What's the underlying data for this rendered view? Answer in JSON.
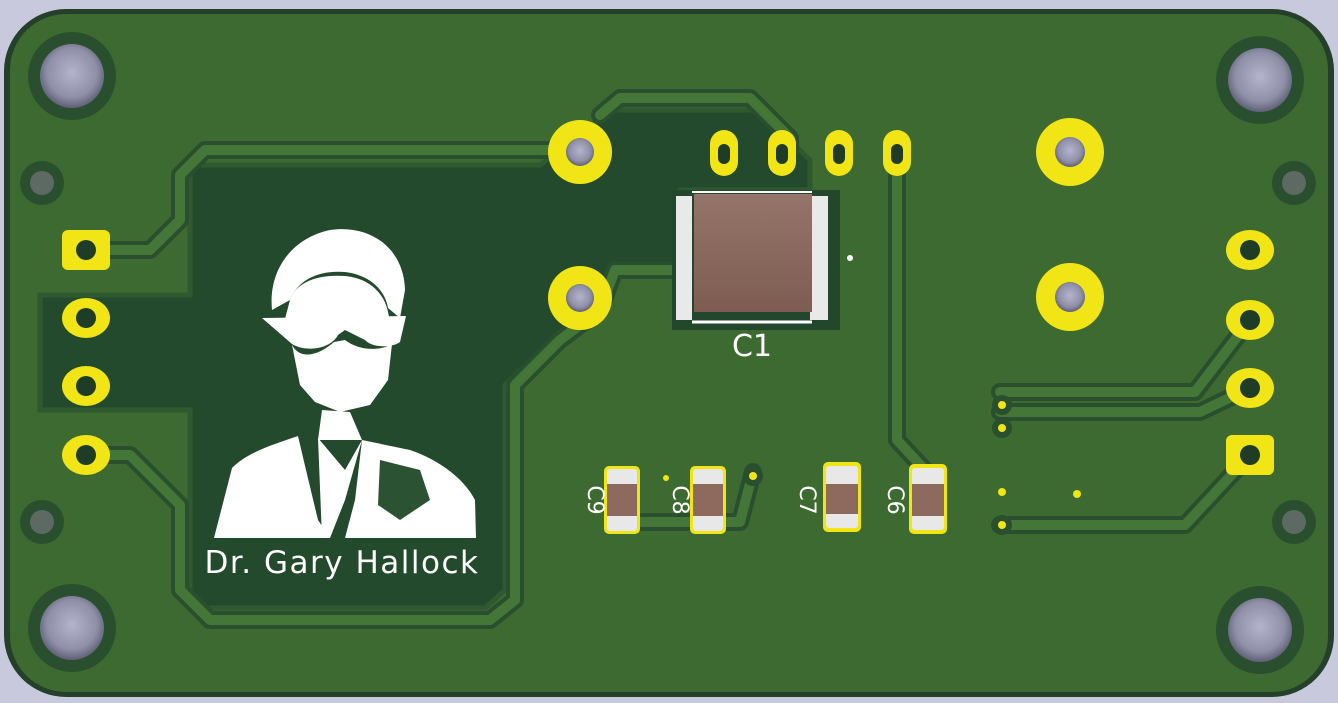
{
  "board": {
    "silkscreen_name": "Dr. Gary Hallock",
    "portrait": "engineer-portrait-silkscreen",
    "colors": {
      "background": "#c9c9dd",
      "soldermask": "#3d6a30",
      "soldermask_dark": "#1f3d26",
      "trace": "#437637",
      "copper_pour": "#234a2c",
      "pad_gold": "#f2e515",
      "silkscreen": "#ffffff",
      "component_body": "#8d6a5d",
      "hole": "#8c8ca6"
    }
  },
  "components": {
    "c1": {
      "label": "C1"
    },
    "c6": {
      "label": "C6"
    },
    "c7": {
      "label": "C7"
    },
    "c8": {
      "label": "C8"
    },
    "c9": {
      "label": "C9"
    }
  }
}
